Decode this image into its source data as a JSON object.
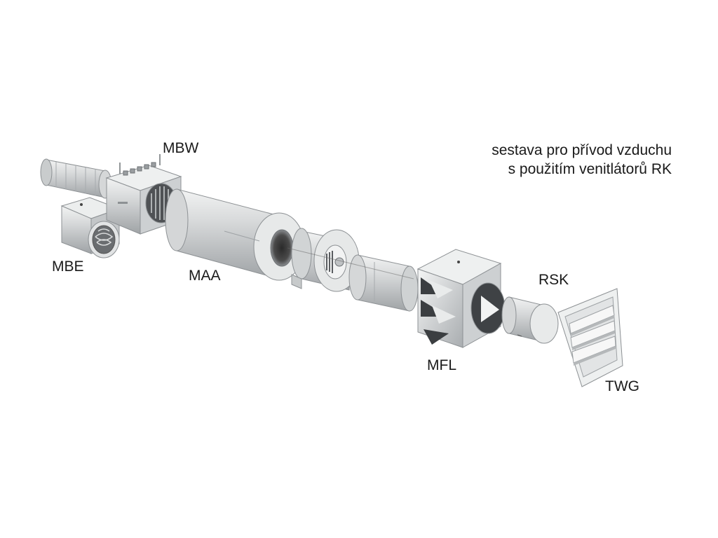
{
  "caption": {
    "line1": "sestava pro přívod vzduchu",
    "line2": "s použitím venitlátorů RK"
  },
  "components": {
    "mbw": "MBW",
    "mbe": "MBE",
    "maa": "MAA",
    "mfl": "MFL",
    "rsk": "RSK",
    "twg": "TWG"
  }
}
